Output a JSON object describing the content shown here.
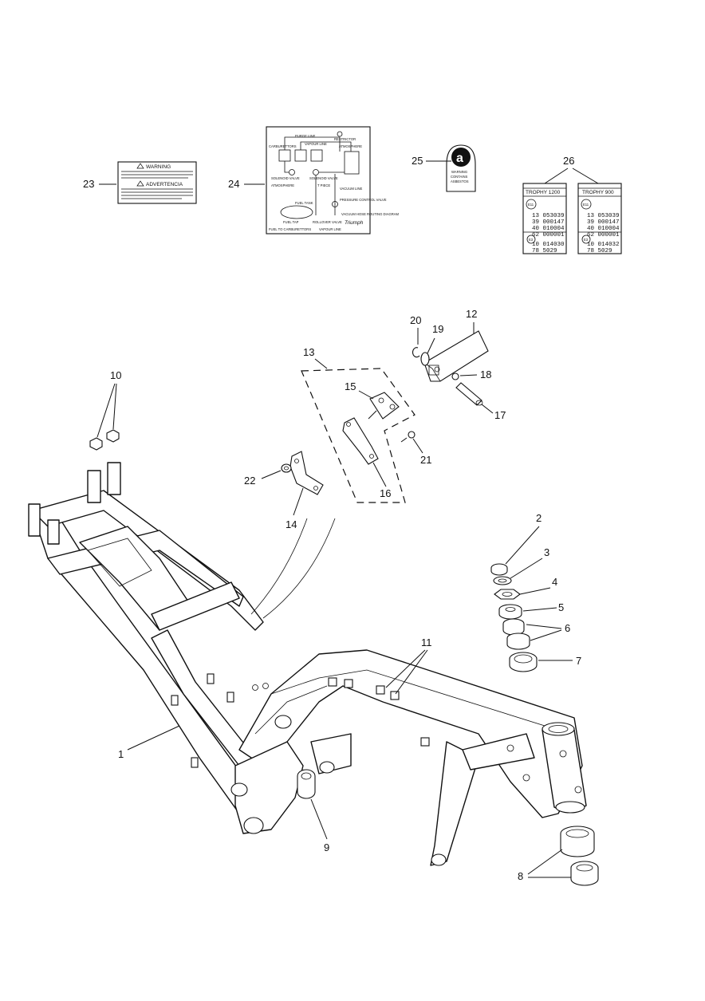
{
  "callouts": {
    "c1": "1",
    "c2": "2",
    "c3": "3",
    "c4": "4",
    "c5": "5",
    "c6": "6",
    "c7": "7",
    "c8": "8",
    "c9": "9",
    "c10": "10",
    "c11": "11",
    "c12": "12",
    "c13": "13",
    "c14": "14",
    "c15": "15",
    "c16": "16",
    "c17": "17",
    "c18": "18",
    "c19": "19",
    "c20": "20",
    "c21": "21",
    "c22": "22",
    "c23": "23",
    "c24": "24",
    "c25": "25",
    "c26": "26"
  },
  "label23": {
    "warning": "WARNING",
    "advertencia": "ADVERTENCIA"
  },
  "label24": {
    "purge_line": "PURGE LINE",
    "restrictor": "RESTRICTOR",
    "carburettors": "CARBURETTORS",
    "vapour_line": "VAPOUR LINE",
    "atmosphere_top": "ATMOSPHERE",
    "solenoid_valve_1": "SOLENOID VALVE",
    "solenoid_valve_2": "SOLENOID VALVE",
    "atmosphere": "ATMOSPHERE",
    "t_piece": "T PIECE",
    "vacuum_line": "VACUUM LINE",
    "fuel_tank": "FUEL TANK",
    "pressure_control_valve": "PRESSURE CONTROL VALVE",
    "fuel_tap": "FUEL TAP",
    "rollover_valve": "ROLLOVER VALVE",
    "vacuum_hose_routing": "VACUUM HOSE ROUTING DIAGRAM",
    "fuel_to_carb": "FUEL TO CARBURETTORS",
    "vapour_line_bottom": "VAPOUR LINE",
    "brand": "Triumph"
  },
  "label25": {
    "letter": "a",
    "line1": "WARNING",
    "line2": "CONTAINS",
    "line3": "ASBESTOS"
  },
  "label26": {
    "left_model": "TROPHY 1200",
    "right_model": "TROPHY 900",
    "left_code_e11": "E11",
    "right_code_e11": "E11",
    "left_rows": [
      "13 053039",
      "39 000147",
      "40 010004",
      "62 000001"
    ],
    "right_rows": [
      "13 053039",
      "39 000147",
      "40 010004",
      "62 000001"
    ],
    "left_code_e3": "E3",
    "right_code_e3": "E3",
    "left_bottom": [
      "10 014030",
      "78 5029"
    ],
    "right_bottom": [
      "10 014032",
      "78 5029"
    ]
  }
}
